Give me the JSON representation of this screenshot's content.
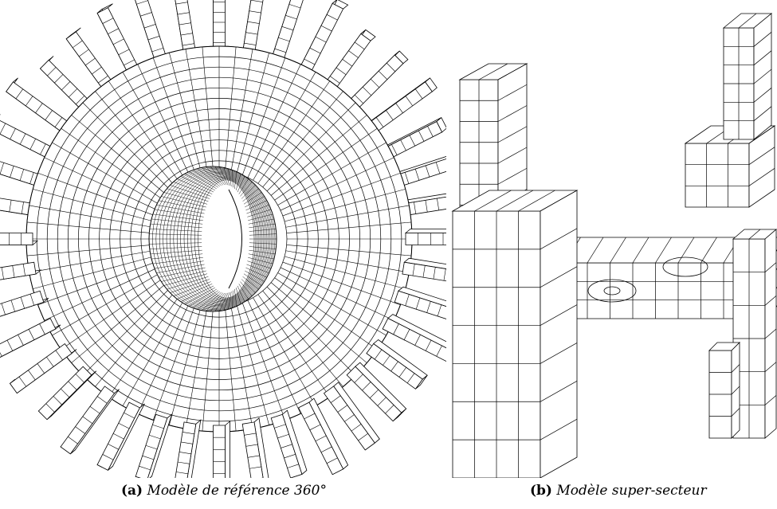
{
  "figure": {
    "subfigures": [
      {
        "label": "(a)",
        "caption": "Modèle de référence 360°",
        "blade_count": 40,
        "radial_rings": 12,
        "angular_divisions": 72
      },
      {
        "label": "(b)",
        "caption": "Modèle super-secteur"
      }
    ],
    "line_color": "#000000",
    "background": "#ffffff"
  }
}
